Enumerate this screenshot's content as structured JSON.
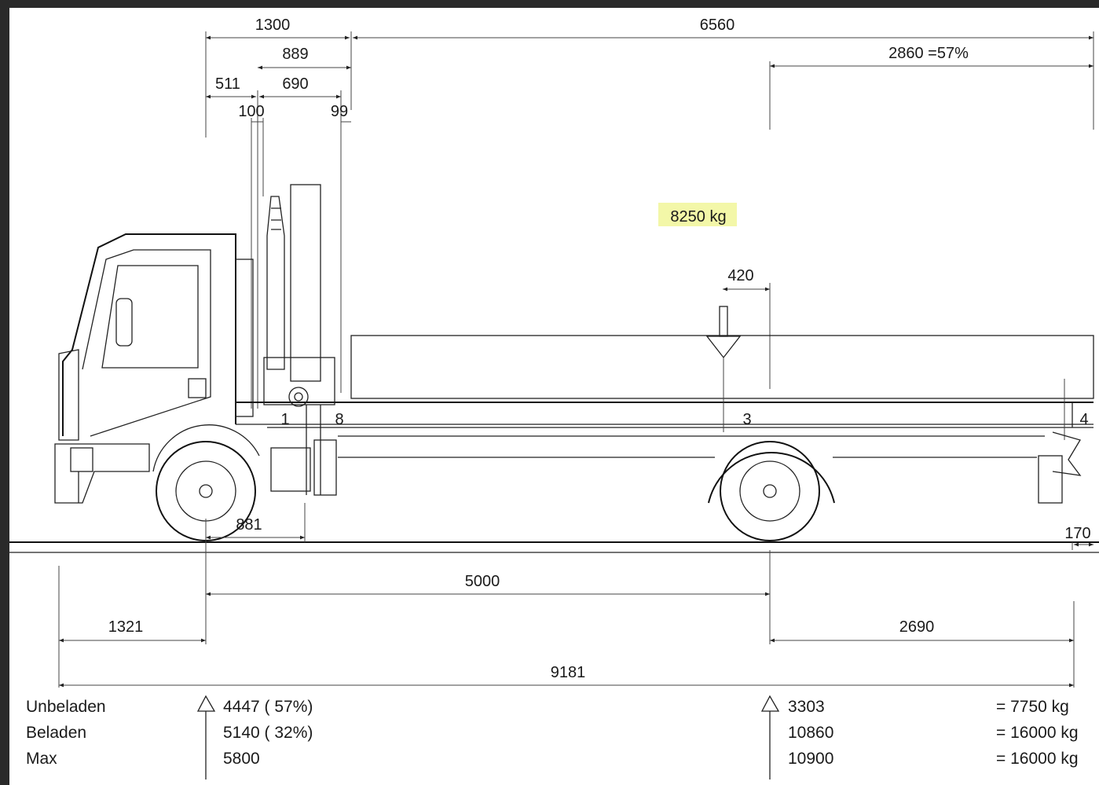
{
  "dimensions": {
    "d1300": "1300",
    "d6560": "6560",
    "d889": "889",
    "d2860": "2860 =57%",
    "d511": "511",
    "d690": "690",
    "d100": "100",
    "d99": "99",
    "d420": "420",
    "d881": "881",
    "d170": "170",
    "d5000": "5000",
    "d1321": "1321",
    "d2690": "2690",
    "d9181": "9181"
  },
  "load_label": "8250 kg",
  "point_labels": {
    "p1": "1",
    "p8": "8",
    "p3": "3",
    "p4": "4"
  },
  "load_table": {
    "rows": [
      {
        "label": "Unbeladen",
        "front": "4447 ( 57%)",
        "rear": "3303",
        "total": "= 7750 kg"
      },
      {
        "label": "Beladen",
        "front": "5140 ( 32%)",
        "rear": "10860",
        "total": "= 16000 kg"
      },
      {
        "label": "Max",
        "front": "5800",
        "rear": "10900",
        "total": "= 16000 kg"
      }
    ]
  },
  "colors": {
    "line": "#222222",
    "highlight": "#f3f7a8",
    "background": "#ffffff"
  }
}
